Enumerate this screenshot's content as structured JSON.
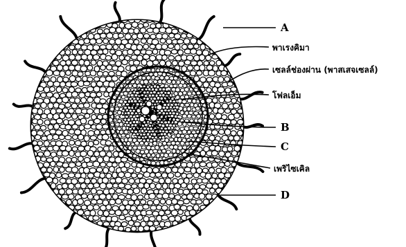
{
  "labels": {
    "A": "A",
    "parenchyma": "พาเรงคิมา",
    "passage_cell": "เซลล์ช่องผ่าน (พาสเสจเซลล์)",
    "phloem": "โฟลเอ็ม",
    "B": "B",
    "C": "C",
    "pericycle": "เพริไซเคิล",
    "D": "D"
  },
  "colors": {
    "ink": "#000000",
    "background": "#ffffff"
  }
}
